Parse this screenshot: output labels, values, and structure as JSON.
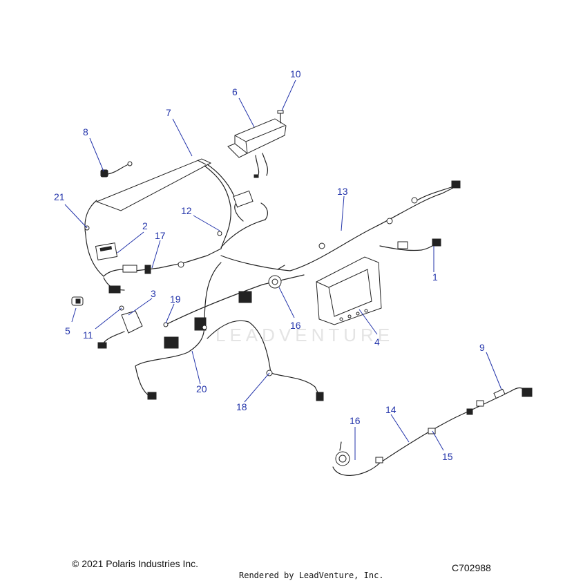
{
  "diagram": {
    "labels": [
      "1",
      "2",
      "3",
      "4",
      "5",
      "6",
      "7",
      "8",
      "9",
      "10",
      "11",
      "12",
      "13",
      "14",
      "15",
      "16",
      "16",
      "17",
      "18",
      "19",
      "20",
      "21"
    ],
    "label_color": "#2233aa",
    "line_color": "#222222"
  },
  "watermark": "LEADVENTURE",
  "footer": {
    "copyright": "© 2021 Polaris Industries Inc.",
    "rendered_by": "Rendered by LeadVenture, Inc.",
    "drawing_id": "C702988"
  }
}
